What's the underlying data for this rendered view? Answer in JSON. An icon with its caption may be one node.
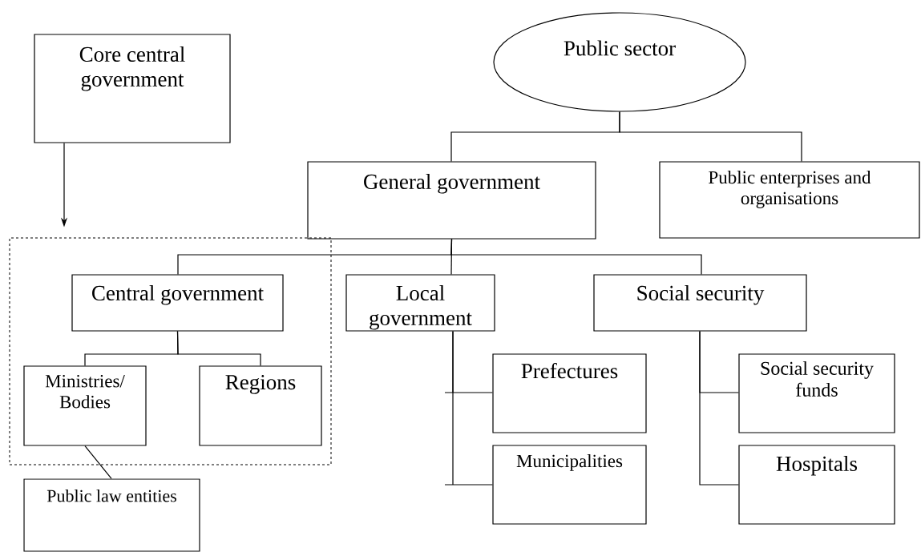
{
  "diagram": {
    "nodes": [
      {
        "text": [
          "Public sector"
        ]
      },
      {
        "text": [
          "Core central government"
        ]
      },
      {
        "text": [
          "General government"
        ]
      },
      {
        "text": [
          "Public enterprises and organisations"
        ]
      },
      {
        "text": [],
        "shape": "box"
      },
      {
        "text": [
          "Central government"
        ],
        "in": 4
      },
      {
        "text": [
          "Local government"
        ]
      },
      {
        "text": [
          "Social security"
        ]
      },
      {
        "text": [
          "Ministries/ Bodies"
        ],
        "in": 4
      },
      {
        "text": [
          "Regions"
        ],
        "in": 4
      },
      {
        "text": [
          "Public law entities"
        ]
      },
      {
        "text": [
          "Prefectures"
        ]
      },
      {
        "text": [
          "Municipalities"
        ]
      },
      {
        "text": [
          "Social security funds"
        ]
      },
      {
        "text": [
          "Hospitals"
        ]
      }
    ],
    "edges": [
      {
        "from": 0,
        "to": 2,
        "arrow": "none"
      },
      {
        "from": 0,
        "to": 3,
        "arrow": "none"
      },
      {
        "from": 2,
        "to": 5,
        "arrow": "none"
      },
      {
        "from": 2,
        "to": 6,
        "arrow": "none"
      },
      {
        "from": 2,
        "to": 7,
        "arrow": "none"
      },
      {
        "from": 5,
        "to": 8,
        "arrow": "none"
      },
      {
        "from": 5,
        "to": 9,
        "arrow": "none"
      },
      {
        "from": 8,
        "to": 10,
        "arrow": "none"
      },
      {
        "from": 6,
        "to": 11,
        "arrow": "none"
      },
      {
        "from": 6,
        "to": 12,
        "arrow": "none"
      },
      {
        "from": 7,
        "to": 13,
        "arrow": "none"
      },
      {
        "from": 7,
        "to": 14,
        "arrow": "none"
      },
      {
        "from": 1,
        "to": 4,
        "arrow": "to"
      }
    ]
  }
}
